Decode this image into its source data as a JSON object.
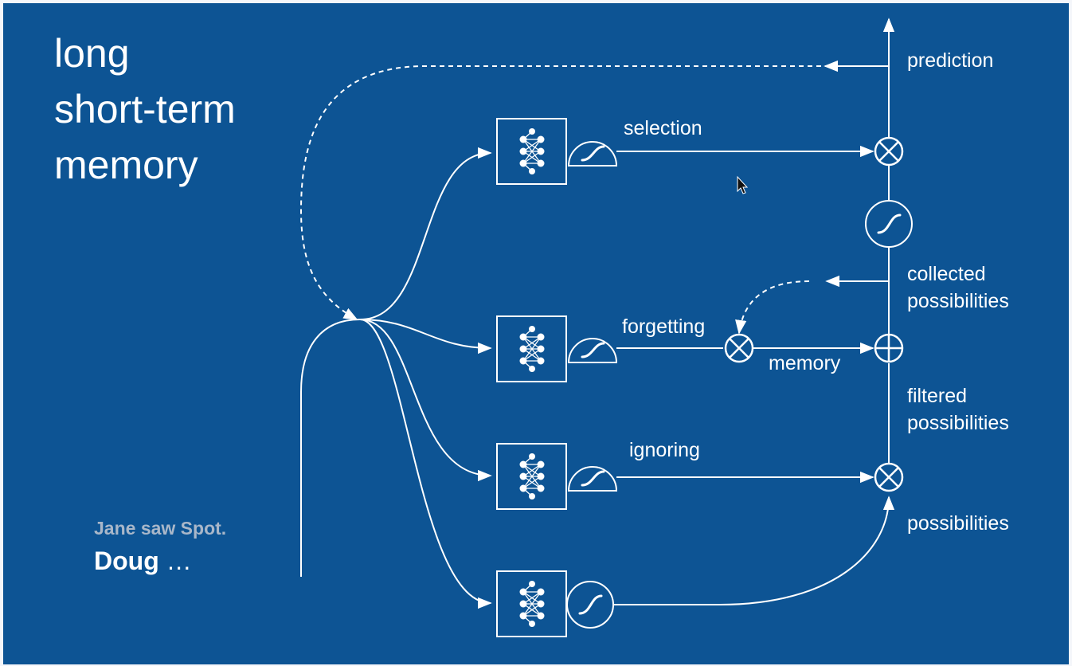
{
  "slide": {
    "title_lines": [
      "long",
      "short-term",
      "memory"
    ],
    "input_text": {
      "context": "Jane saw Spot.",
      "current_word": "Doug",
      "ellipsis": "…"
    },
    "labels": {
      "prediction": "prediction",
      "selection": "selection",
      "collected_line1": "collected",
      "collected_line2": "possibilities",
      "forgetting": "forgetting",
      "memory": "memory",
      "filtered_line1": "filtered",
      "filtered_line2": "possibilities",
      "ignoring": "ignoring",
      "possibilities": "possibilities"
    },
    "colors": {
      "background": "#0d5494",
      "foreground": "#ffffff",
      "context_text": "#a9b7c9"
    },
    "icons": {
      "neural_net": "neural-net-icon",
      "logistic_gate": "logistic-squash-icon",
      "tanh": "tanh-squash-icon",
      "multiply": "times-circle-icon",
      "add": "plus-circle-icon",
      "cursor": "mouse-cursor-icon"
    }
  }
}
